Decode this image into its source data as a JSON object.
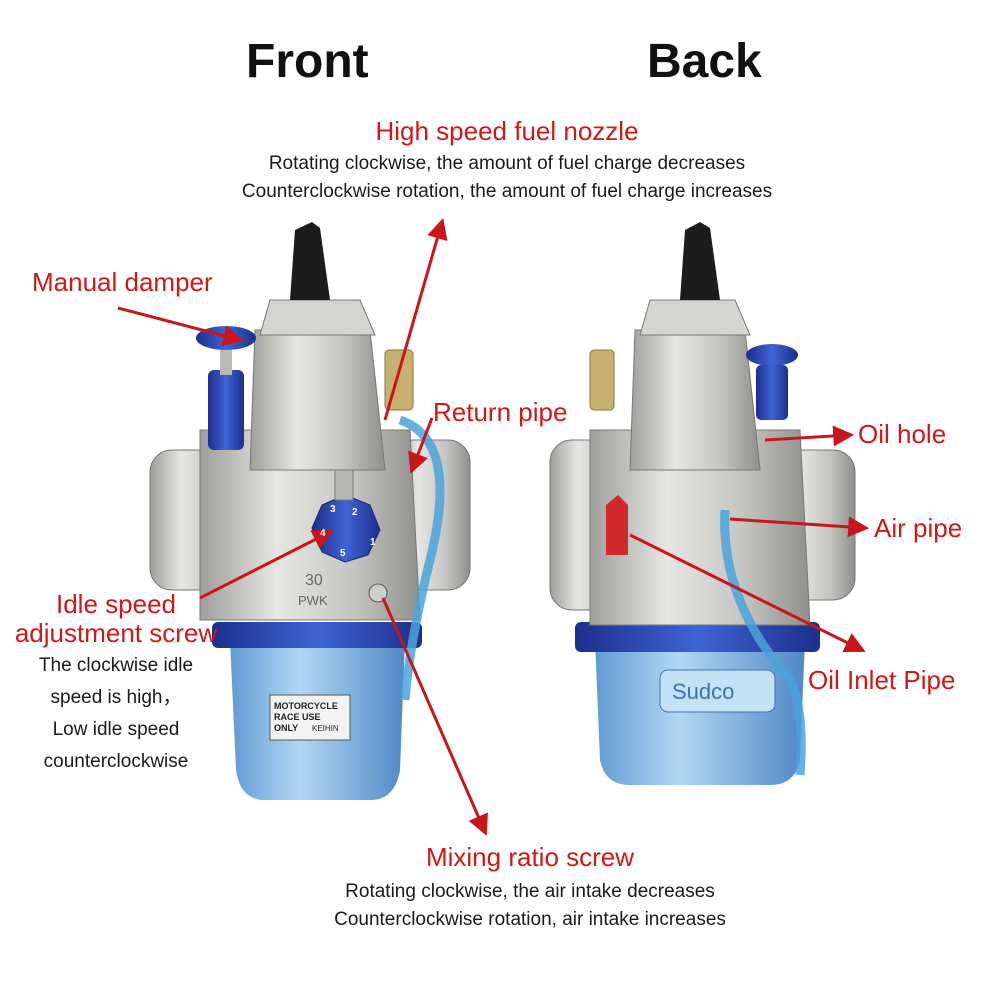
{
  "headings": {
    "front": "Front",
    "back": "Back"
  },
  "high_speed": {
    "title": "High speed fuel nozzle",
    "line1": "Rotating clockwise, the amount of fuel charge decreases",
    "line2": "Counterclockwise rotation, the amount of fuel charge increases"
  },
  "manual_damper": "Manual damper",
  "return_pipe": "Return pipe",
  "oil_hole": "Oil hole",
  "air_pipe": "Air pipe",
  "oil_inlet_pipe": "Oil Inlet Pipe",
  "idle": {
    "title1": "Idle speed",
    "title2": "adjustment screw",
    "line1": "The clockwise idle",
    "line2": "speed is high，",
    "line3": "Low  idle speed",
    "line4": "counterclockwise"
  },
  "mixing": {
    "title": "Mixing ratio screw",
    "line1": "Rotating clockwise, the air intake decreases",
    "line2": "Counterclockwise rotation, air intake increases"
  },
  "product_text": {
    "size_marking": "30",
    "model_marking": "PWK",
    "bowl_label_1": "MOTORCYCLE",
    "bowl_label_2": "RACE USE",
    "bowl_label_3": "ONLY",
    "bowl_brand": "KEIHIN",
    "back_logo": "Sudco",
    "knob_numbers": [
      "1",
      "2",
      "3",
      "4",
      "5"
    ]
  },
  "colors": {
    "accent_red": "#d01818",
    "anodized_blue": "#2a48b8",
    "body_silver": "#c9c9c6",
    "bowl_blue": "#5aa9e0"
  }
}
